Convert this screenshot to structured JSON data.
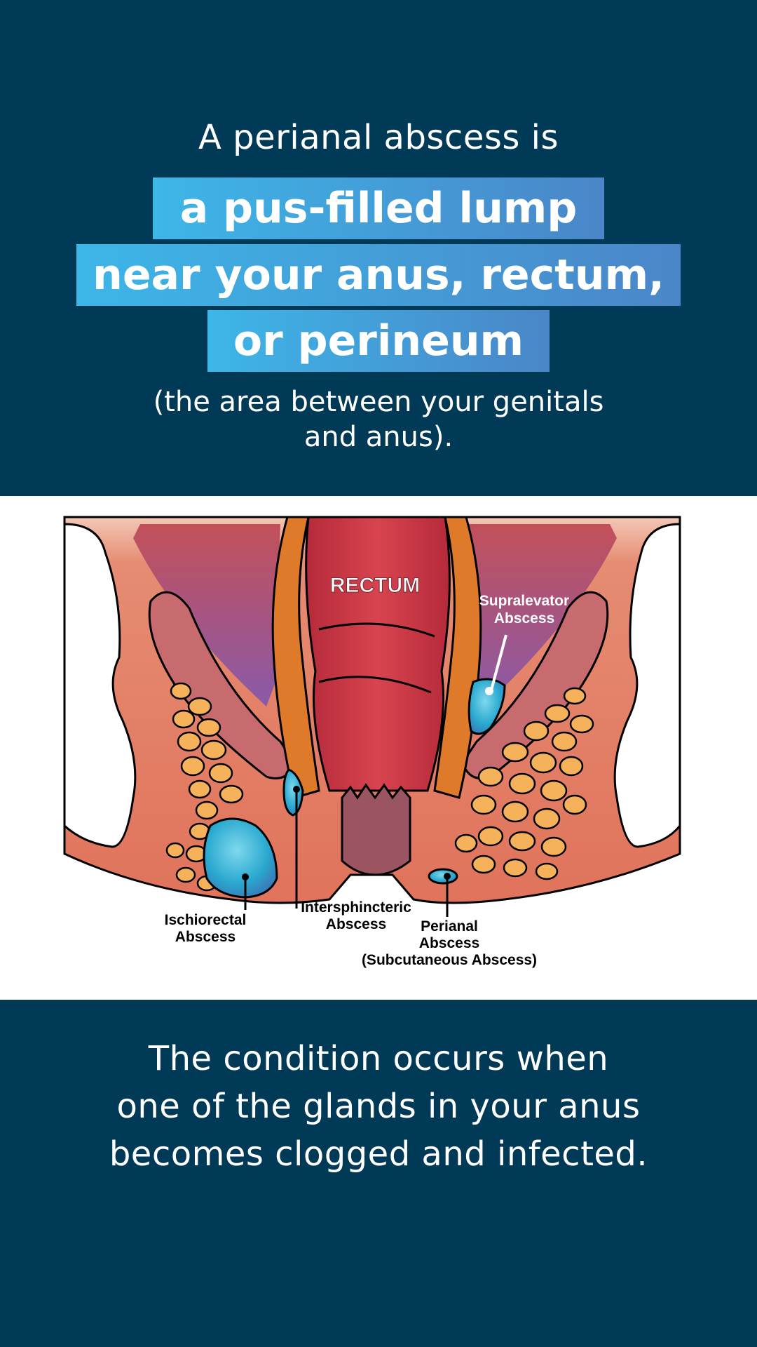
{
  "header": {
    "intro": "A perianal abscess is",
    "highlight_lines": [
      "a pus-filled lump",
      "near your anus, rectum,",
      "or perineum"
    ],
    "sub_lines": [
      "(the area between your genitals",
      "and anus)."
    ]
  },
  "diagram": {
    "labels": {
      "rectum": "RECTUM",
      "supralevator_1": "Supralevator",
      "supralevator_2": "Abscess",
      "ischiorectal_1": "Ischiorectal",
      "ischiorectal_2": "Abscess",
      "intersphincteric_1": "Intersphincteric",
      "intersphincteric_2": "Abscess",
      "perianal_1": "Perianal",
      "perianal_2": "Abscess",
      "perianal_3": "(Subcutaneous Abscess)"
    },
    "colors": {
      "abscess": "#3aaed0",
      "fat": "#f5b25a",
      "tissue": "#d9534f",
      "muscle": "#e07a2b",
      "background_band": "#003a57"
    }
  },
  "footer": {
    "lines": [
      "The condition occurs when",
      "one of the glands in your anus",
      "becomes clogged and infected."
    ]
  }
}
